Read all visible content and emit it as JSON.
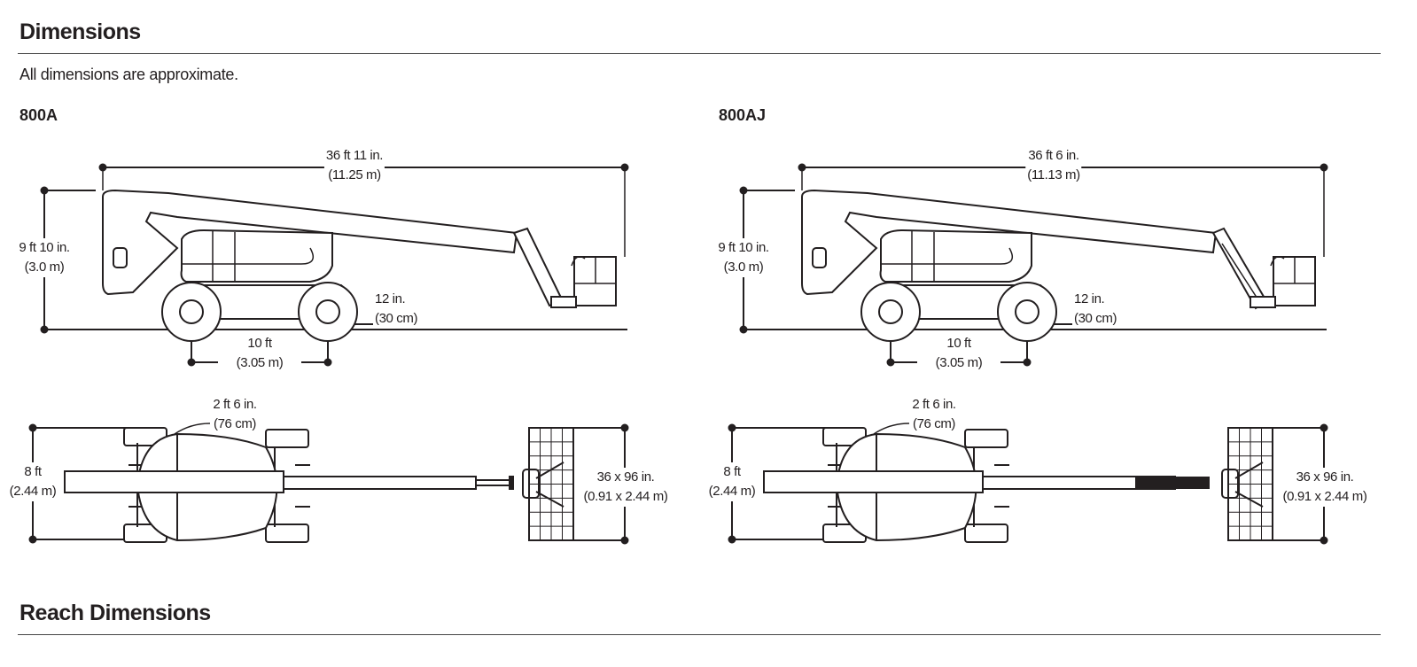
{
  "section_title": "Dimensions",
  "note": "All dimensions are approximate.",
  "next_section_title": "Reach Dimensions",
  "models": [
    {
      "name": "800A",
      "overall_length": [
        "36 ft 11 in.",
        "(11.25 m)"
      ],
      "stowed_height": [
        "9 ft 10 in.",
        "(3.0 m)"
      ],
      "ground_clearance": [
        "12 in.",
        "(30 cm)"
      ],
      "wheelbase": [
        "10 ft",
        "(3.05 m)"
      ],
      "tailswing": [
        "2 ft 6 in.",
        "(76 cm)"
      ],
      "width": [
        "8 ft",
        "(2.44 m)"
      ],
      "platform": [
        "36 x 96 in.",
        "(0.91 x 2.44 m)"
      ],
      "jib": false
    },
    {
      "name": "800AJ",
      "overall_length": [
        "36 ft 6 in.",
        "(11.13 m)"
      ],
      "stowed_height": [
        "9 ft 10 in.",
        "(3.0 m)"
      ],
      "ground_clearance": [
        "12 in.",
        "(30 cm)"
      ],
      "wheelbase": [
        "10 ft",
        "(3.05 m)"
      ],
      "tailswing": [
        "2 ft 6 in.",
        "(76 cm)"
      ],
      "width": [
        "8 ft",
        "(2.44 m)"
      ],
      "platform": [
        "36 x 96 in.",
        "(0.91 x 2.44 m)"
      ],
      "jib": true
    }
  ]
}
